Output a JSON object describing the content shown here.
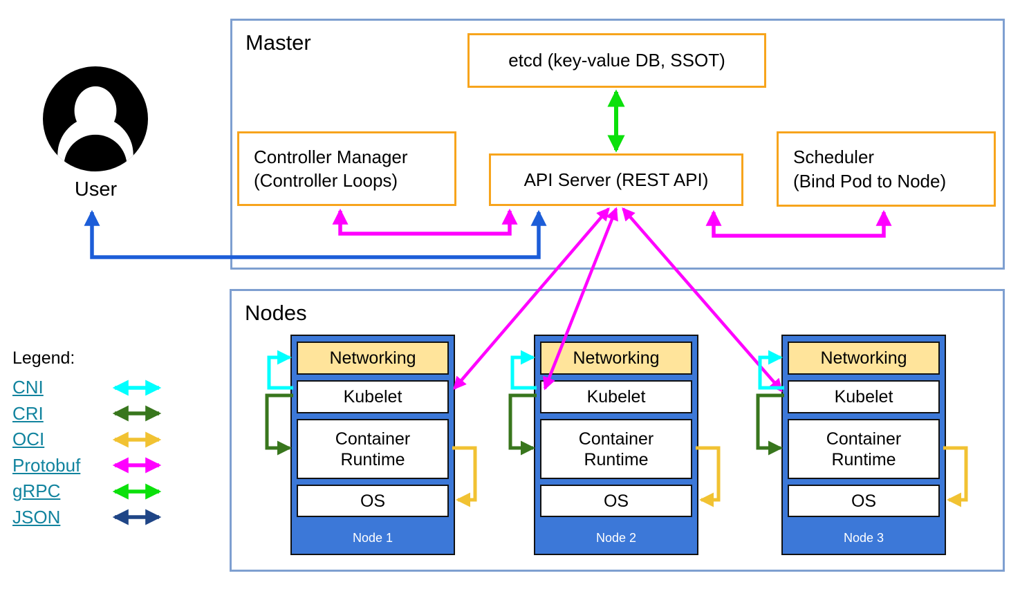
{
  "colors": {
    "cni": "#00FFFF",
    "cri": "#38761D",
    "oci": "#F1C232",
    "protobuf": "#FF00FF",
    "grpc": "#0BE00B",
    "json": "#1F4586",
    "user_arrow": "#1C5DD8",
    "box_border_orange": "#F7A41C",
    "section_border_blue": "#7E9FD0",
    "node_fill": "#3C78D8",
    "networking_fill": "#FFE49B",
    "legend_link": "#11839E"
  },
  "user": {
    "label": "User"
  },
  "master": {
    "title": "Master",
    "etcd": {
      "label": "etcd (key-value DB, SSOT)"
    },
    "controller_manager": {
      "label": "Controller Manager",
      "sublabel": "(Controller Loops)"
    },
    "api_server": {
      "label": "API Server (REST API)"
    },
    "scheduler": {
      "label": "Scheduler",
      "sublabel": "(Bind Pod to Node)"
    }
  },
  "nodes": {
    "title": "Nodes",
    "items": [
      {
        "name": "Node 1",
        "components": [
          "Networking",
          "Kubelet",
          "Container Runtime",
          "OS"
        ]
      },
      {
        "name": "Node 2",
        "components": [
          "Networking",
          "Kubelet",
          "Container Runtime",
          "OS"
        ]
      },
      {
        "name": "Node 3",
        "components": [
          "Networking",
          "Kubelet",
          "Container Runtime",
          "OS"
        ]
      }
    ]
  },
  "legend": {
    "title": "Legend:",
    "items": [
      {
        "label": "CNI",
        "color_key": "cni"
      },
      {
        "label": "CRI",
        "color_key": "cri"
      },
      {
        "label": "OCI",
        "color_key": "oci"
      },
      {
        "label": "Protobuf",
        "color_key": "protobuf"
      },
      {
        "label": "gRPC",
        "color_key": "grpc"
      },
      {
        "label": "JSON",
        "color_key": "json"
      }
    ]
  }
}
